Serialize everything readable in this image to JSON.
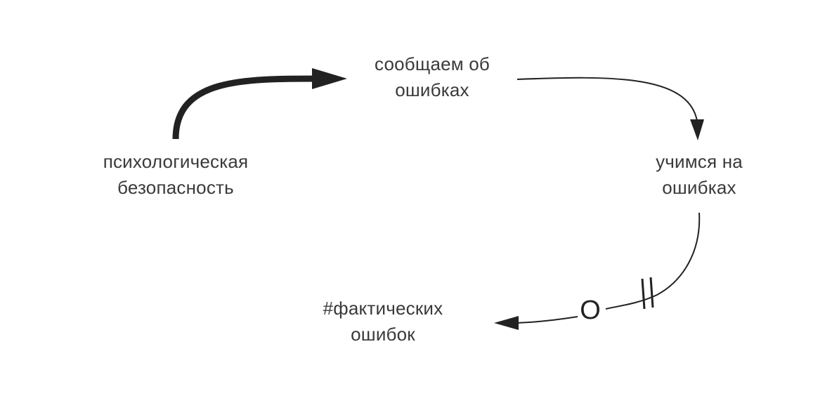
{
  "diagram": {
    "nodes": [
      {
        "id": "psych-safety",
        "lines": [
          "психологическая",
          "безопасность"
        ]
      },
      {
        "id": "report-errors",
        "lines": [
          "сообщаем об",
          "ошибках"
        ]
      },
      {
        "id": "learn-errors",
        "lines": [
          "учимся на",
          "ошибках"
        ]
      },
      {
        "id": "actual-errors",
        "lines": [
          "#фактических",
          "ошибок"
        ]
      }
    ],
    "edges": [
      {
        "from": "psych-safety",
        "to": "report-errors",
        "style": "thick"
      },
      {
        "from": "report-errors",
        "to": "learn-errors",
        "style": "thin"
      },
      {
        "from": "learn-errors",
        "to": "actual-errors",
        "style": "thin",
        "delay": true,
        "polarity": "O"
      }
    ],
    "colors": {
      "stroke": "#222222",
      "text": "#3a3a3a",
      "background": "#ffffff"
    }
  }
}
